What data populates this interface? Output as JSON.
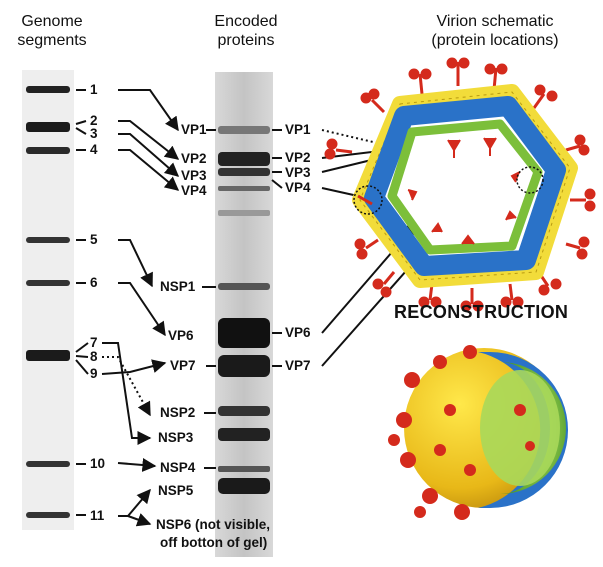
{
  "headers": {
    "genome": [
      "Genome",
      "segments"
    ],
    "encoded": [
      "Encoded",
      "proteins"
    ],
    "virion": [
      "Virion schematic",
      "(protein locations)"
    ]
  },
  "segments": [
    "1",
    "2",
    "3",
    "4",
    "5",
    "6",
    "7",
    "8",
    "9",
    "10",
    "11"
  ],
  "proteins_left": [
    "VP1",
    "VP2",
    "VP3",
    "VP4",
    "NSP1",
    "VP6",
    "VP7",
    "NSP2",
    "NSP3",
    "NSP4",
    "NSP5",
    "NSP6 (not visible,",
    "off botton of gel)"
  ],
  "proteins_right": [
    "VP1",
    "VP2",
    "VP3",
    "VP4",
    "VP6",
    "VP7"
  ],
  "reconstruction_label": "RECONSTRUCTION",
  "colors": {
    "outer_spikes": "#d42a1c",
    "outer_beads": "#f2dc3a",
    "middle_layer": "#2a72c8",
    "inner_core": "#7cbf3a",
    "gel_band": "#1a1a1a"
  }
}
